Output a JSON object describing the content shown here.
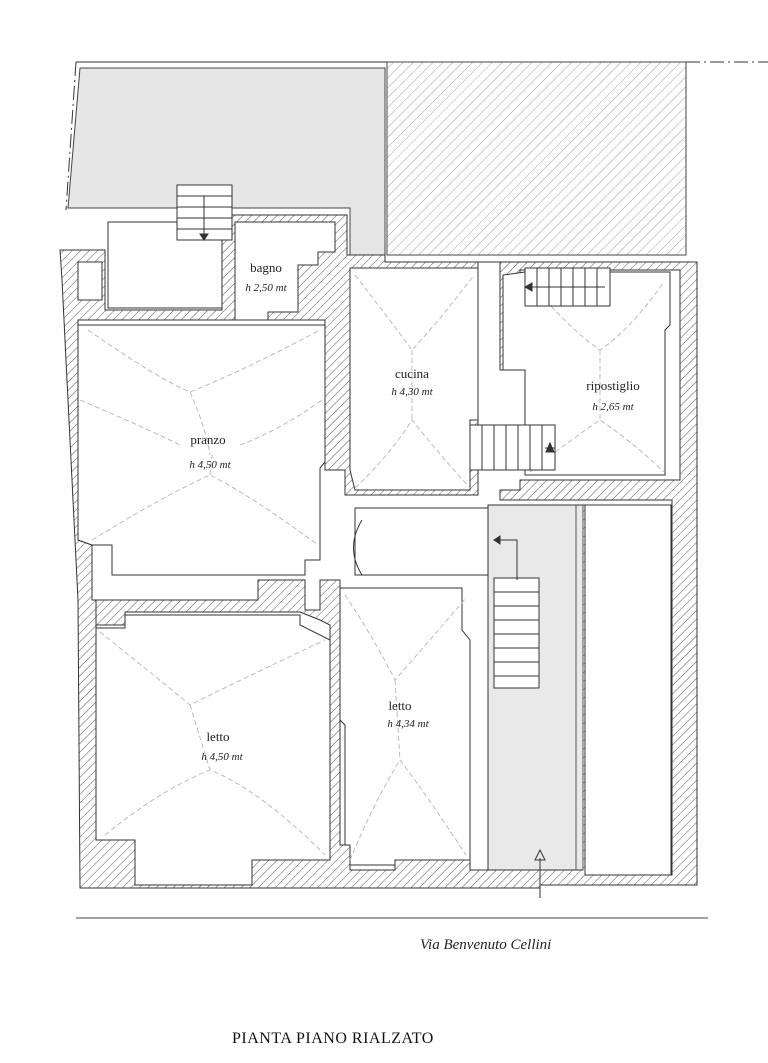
{
  "title": "PIANTA PIANO RIALZATO",
  "street": "Via Benvenuto Cellini",
  "rooms": [
    {
      "id": "bagno",
      "name": "bagno",
      "height": "h 2,50 mt"
    },
    {
      "id": "cucina",
      "name": "cucina",
      "height": "h 4,30 mt"
    },
    {
      "id": "ripostiglio",
      "name": "ripostiglio",
      "height": "h 2,65 mt"
    },
    {
      "id": "pranzo",
      "name": "pranzo",
      "height": "h 4,50 mt"
    },
    {
      "id": "letto1",
      "name": "letto",
      "height": "h 4,50 mt"
    },
    {
      "id": "letto2",
      "name": "letto",
      "height": "h 4,34 mt"
    }
  ],
  "colors": {
    "wall_hatch": "#555555",
    "courtyard": "#e6e6e6",
    "corridor": "#e9e9e9",
    "vault_lines": "#b5b5b5"
  }
}
